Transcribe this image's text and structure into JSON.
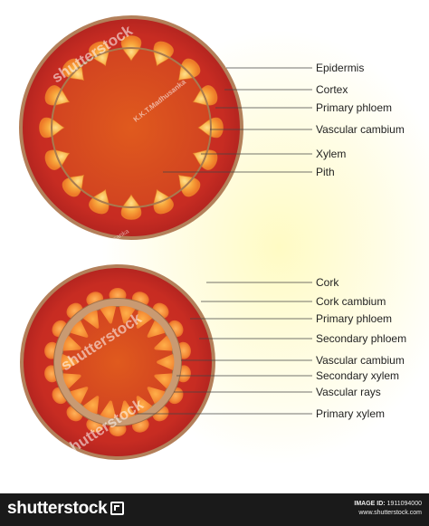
{
  "top_diagram": {
    "labels": [
      "Epidermis",
      "Cortex",
      "Primary phloem",
      "Vascular cambium",
      "Xylem",
      "Pith"
    ]
  },
  "bottom_diagram": {
    "labels": [
      "Cork",
      "Cork cambium",
      "Primary phloem",
      "Secondary phloem",
      "Vascular cambium",
      "Secondary xylem",
      "Vascular rays",
      "Primary xylem"
    ]
  },
  "watermark": {
    "site": "shutterstock",
    "author": "K.K.T.Madhusanka"
  },
  "footer": {
    "brand": "shutterstock",
    "image_id_label": "IMAGE ID:",
    "image_id": "1911094000",
    "site_url": "www.shutterstock.com"
  },
  "colors": {
    "epidermis_ring": "#b3805a",
    "outer_red": "#cc2e22",
    "inner_orange": "#dd4e1e",
    "vascular_bundle": "#f6a23a",
    "bark_ring": "#c99a72",
    "label_line": "#444444",
    "footer_bg": "#1a1a1a"
  }
}
